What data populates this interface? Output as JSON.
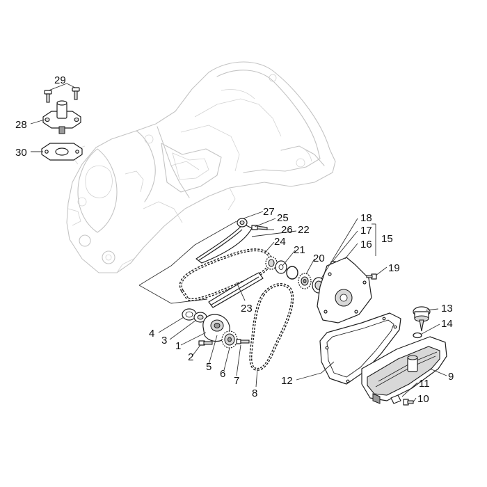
{
  "diagram": {
    "background_color": "#ffffff",
    "line_color": "#1e1e1e",
    "ghost_color": "#c4c4c4",
    "callouts": [
      {
        "id": "1",
        "label": "1"
      },
      {
        "id": "2",
        "label": "2"
      },
      {
        "id": "3",
        "label": "3"
      },
      {
        "id": "4",
        "label": "4"
      },
      {
        "id": "5",
        "label": "5"
      },
      {
        "id": "6",
        "label": "6"
      },
      {
        "id": "7",
        "label": "7"
      },
      {
        "id": "8",
        "label": "8"
      },
      {
        "id": "9",
        "label": "9"
      },
      {
        "id": "10",
        "label": "10"
      },
      {
        "id": "11",
        "label": "11"
      },
      {
        "id": "12",
        "label": "12"
      },
      {
        "id": "13",
        "label": "13"
      },
      {
        "id": "14",
        "label": "14"
      },
      {
        "id": "15",
        "label": "15"
      },
      {
        "id": "16",
        "label": "16"
      },
      {
        "id": "17",
        "label": "17"
      },
      {
        "id": "18",
        "label": "18"
      },
      {
        "id": "19",
        "label": "19"
      },
      {
        "id": "20",
        "label": "20"
      },
      {
        "id": "21",
        "label": "21"
      },
      {
        "id": "22",
        "label": "22"
      },
      {
        "id": "23",
        "label": "23"
      },
      {
        "id": "24",
        "label": "24"
      },
      {
        "id": "25",
        "label": "25"
      },
      {
        "id": "26",
        "label": "26"
      },
      {
        "id": "27",
        "label": "27"
      },
      {
        "id": "28",
        "label": "28"
      },
      {
        "id": "29",
        "label": "29"
      },
      {
        "id": "30",
        "label": "30"
      }
    ]
  }
}
